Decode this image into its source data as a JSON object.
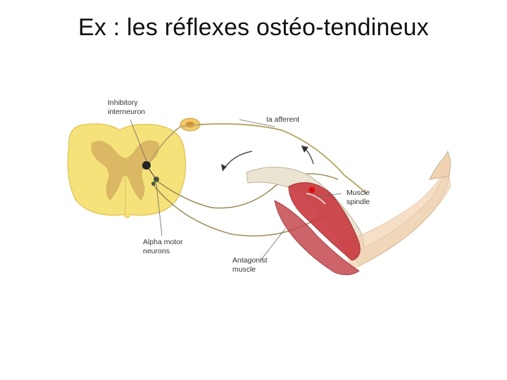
{
  "slide": {
    "title": "Ex : les réflexes ostéo-tendineux"
  },
  "diagram": {
    "labels": {
      "inhibitory_line1": "Inhibitory",
      "inhibitory_line2": "interneuron",
      "afferent": "Ia afferent",
      "spindle_line1": "Muscle",
      "spindle_line2": "spindle",
      "motor_line1": "Alpha motor",
      "motor_line2": "neurons",
      "antagonist_line1": "Antagonist",
      "antagonist_line2": "muscle"
    },
    "colors": {
      "spinal_cord": "#f5e27a",
      "grey_matter": "#d6b060",
      "nerve": "#b9a76a",
      "muscle": "#c9393f",
      "bone": "#ece4d2",
      "skin": "#f2d2b0",
      "marker": "#e01010"
    }
  }
}
